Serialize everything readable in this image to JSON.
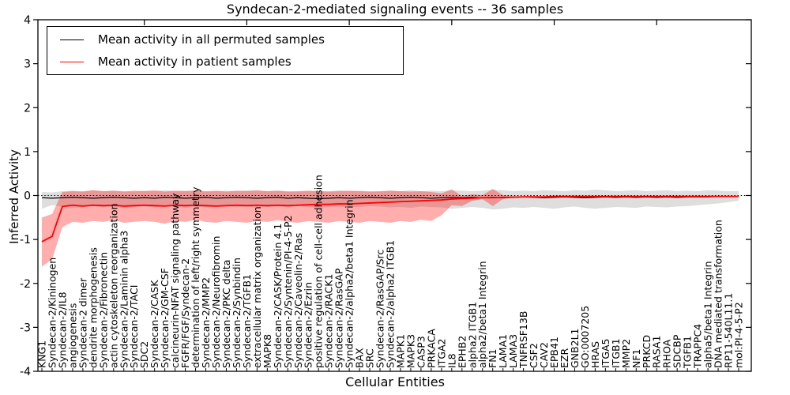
{
  "title": "Syndecan-2-mediated signaling events -- 36 samples",
  "legend": {
    "items": [
      {
        "label": "Mean activity in all permuted samples",
        "color": "#000000"
      },
      {
        "label": "Mean activity in patient samples",
        "color": "#ff0000"
      }
    ]
  },
  "chart_data": {
    "type": "line",
    "title": "Syndecan-2-mediated signaling events -- 36 samples",
    "xlabel": "Cellular Entities",
    "ylabel": "Inferred Activity",
    "ylim": [
      -4,
      4
    ],
    "yticks": [
      -4,
      -3,
      -2,
      -1,
      0,
      1,
      2,
      3,
      4
    ],
    "grid": false,
    "zero_line": {
      "style": "dotted",
      "color": "#000000",
      "y": 0
    },
    "legend_position": "upper-left",
    "categories": [
      "KNG1",
      "Syndecan-2/Kininogen",
      "Syndecan-2/IL8",
      "angiogenesis",
      "Syndecan-2 dimer",
      "dendrite morphogenesis",
      "Syndecan-2/Fibronectin",
      "actin cytoskeleton reorganization",
      "Syndecan-2/Laminin alpha3",
      "Syndecan-2/TACI",
      "SDC2",
      "Syndecan-2/CASK",
      "Syndecan-2/GM-CSF",
      "calcineurin-NFAT signaling pathway",
      "FGFR/FGF/Syndecan-2",
      "determination of left/right symmetry",
      "Syndecan-2/MMP2",
      "Syndecan-2/Neurofibromin",
      "Syndecan-2/PKC delta",
      "Syndecan-2/Synbindin",
      "Syndecan-2/TGFB1",
      "extracellular matrix organization",
      "MAPK8",
      "Syndecan-2/CASK/Protein 4.1",
      "Syndecan-2/Syntenin/PI-4-5-P2",
      "Syndecan-2/Caveolin-2/Ras",
      "Syndecan-2/Ezrin",
      "positive regulation of cell-cell adhesion",
      "Syndecan-2/RACK1",
      "Syndecan-2/RasGAP",
      "Syndecan-2/alpha2/beta1 Integrin",
      "BAX",
      "SRC",
      "Syndecan-2/RasGAP/Src",
      "Syndecan-2/alpha2 ITGB1",
      "MAPK1",
      "MAPK3",
      "CASP3",
      "PRKACA",
      "ITGA2",
      "IL8",
      "EPHB2",
      "alpha2 ITGB1",
      "alpha2/beta1 Integrin",
      "FN1",
      "LAMA1",
      "LAMA3",
      "TNFRSF13B",
      "CSF2",
      "CAV2",
      "EPB41",
      "EZR",
      "GNB2L1",
      "GO:0007205",
      "HRAS",
      "ITGA5",
      "ITGB1",
      "MMP2",
      "NF1",
      "PRKCD",
      "RASA1",
      "RHOA",
      "SDCBP",
      "TGFB1",
      "TRAPPC4",
      "alpha5/beta1 Integrin",
      "DNA mediated transformation",
      "RP11-540L11.1",
      "mol:PI-4-5-P2"
    ],
    "series": [
      {
        "name": "Mean activity in all permuted samples",
        "color": "#000000",
        "line_width": 1.3,
        "values": [
          -0.05,
          -0.06,
          -0.05,
          -0.04,
          -0.05,
          -0.06,
          -0.05,
          -0.04,
          -0.05,
          -0.06,
          -0.05,
          -0.06,
          -0.04,
          -0.05,
          -0.06,
          -0.05,
          -0.04,
          -0.06,
          -0.05,
          -0.04,
          -0.05,
          -0.06,
          -0.05,
          -0.04,
          -0.06,
          -0.05,
          -0.06,
          -0.07,
          -0.06,
          -0.05,
          -0.06,
          -0.05,
          -0.04,
          -0.05,
          -0.06,
          -0.05,
          -0.04,
          -0.05,
          -0.06,
          -0.05,
          -0.04,
          -0.05,
          -0.04,
          -0.05,
          -0.04,
          -0.05,
          -0.04,
          -0.03,
          -0.04,
          -0.05,
          -0.04,
          -0.03,
          -0.04,
          -0.05,
          -0.04,
          -0.03,
          -0.04,
          -0.03,
          -0.04,
          -0.03,
          -0.04,
          -0.03,
          -0.04,
          -0.03,
          -0.03,
          -0.03,
          -0.02,
          -0.02,
          -0.02
        ]
      },
      {
        "name": "Mean activity in patient samples",
        "color": "#ff0000",
        "line_width": 1.8,
        "values": [
          -1.05,
          -0.93,
          -0.25,
          -0.22,
          -0.24,
          -0.22,
          -0.23,
          -0.22,
          -0.24,
          -0.23,
          -0.22,
          -0.23,
          -0.24,
          -0.22,
          -0.23,
          -0.22,
          -0.23,
          -0.24,
          -0.23,
          -0.22,
          -0.23,
          -0.22,
          -0.23,
          -0.22,
          -0.23,
          -0.22,
          -0.21,
          -0.2,
          -0.2,
          -0.19,
          -0.19,
          -0.18,
          -0.17,
          -0.16,
          -0.15,
          -0.14,
          -0.13,
          -0.12,
          -0.11,
          -0.1,
          -0.08,
          -0.07,
          -0.06,
          -0.05,
          -0.05,
          -0.04,
          -0.04,
          -0.03,
          -0.03,
          -0.03,
          -0.02,
          -0.02,
          -0.02,
          -0.02,
          -0.02,
          -0.02,
          -0.02,
          -0.02,
          -0.02,
          -0.02,
          -0.02,
          -0.02,
          -0.02,
          -0.02,
          -0.02,
          -0.02,
          -0.02,
          -0.02,
          -0.02
        ]
      }
    ],
    "bands": [
      {
        "name": "permuted-samples-band",
        "color": "#888888",
        "opacity": 0.28,
        "upper": [
          0.08,
          0.07,
          0.1,
          0.11,
          0.1,
          0.12,
          0.1,
          0.11,
          0.1,
          0.09,
          0.11,
          0.1,
          0.12,
          0.1,
          0.11,
          0.1,
          0.09,
          0.1,
          0.11,
          0.1,
          0.12,
          0.11,
          0.1,
          0.11,
          0.1,
          0.09,
          0.1,
          0.11,
          0.1,
          0.12,
          0.1,
          0.11,
          0.1,
          0.09,
          0.11,
          0.1,
          0.12,
          0.1,
          0.11,
          0.1,
          0.12,
          0.11,
          0.1,
          0.11,
          0.13,
          0.12,
          0.1,
          0.11,
          0.1,
          0.12,
          0.11,
          0.1,
          0.12,
          0.11,
          0.13,
          0.12,
          0.1,
          0.11,
          0.12,
          0.1,
          0.11,
          0.12,
          0.1,
          0.11,
          0.1,
          0.12,
          0.11,
          0.1,
          0.1
        ],
        "lower": [
          -0.3,
          -0.22,
          -0.25,
          -0.28,
          -0.26,
          -0.24,
          -0.27,
          -0.25,
          -0.28,
          -0.26,
          -0.25,
          -0.27,
          -0.24,
          -0.26,
          -0.28,
          -0.25,
          -0.27,
          -0.26,
          -0.24,
          -0.27,
          -0.25,
          -0.28,
          -0.26,
          -0.25,
          -0.27,
          -0.24,
          -0.26,
          -0.28,
          -0.26,
          -0.25,
          -0.27,
          -0.26,
          -0.24,
          -0.25,
          -0.27,
          -0.26,
          -0.28,
          -0.25,
          -0.26,
          -0.27,
          -0.3,
          -0.28,
          -0.26,
          -0.28,
          -0.32,
          -0.3,
          -0.27,
          -0.28,
          -0.26,
          -0.28,
          -0.3,
          -0.27,
          -0.25,
          -0.28,
          -0.3,
          -0.28,
          -0.26,
          -0.27,
          -0.28,
          -0.25,
          -0.26,
          -0.27,
          -0.25,
          -0.24,
          -0.22,
          -0.2,
          -0.18,
          -0.15,
          -0.12
        ]
      },
      {
        "name": "patient-samples-band",
        "color": "#ff0000",
        "opacity": 0.32,
        "upper": [
          -0.5,
          -0.42,
          0.08,
          0.1,
          0.09,
          0.12,
          0.1,
          0.11,
          0.09,
          0.11,
          0.1,
          0.12,
          0.09,
          0.11,
          0.1,
          0.12,
          0.1,
          0.11,
          0.09,
          0.11,
          0.1,
          0.12,
          0.1,
          0.11,
          0.09,
          0.1,
          0.11,
          0.1,
          0.09,
          0.1,
          0.11,
          0.1,
          0.09,
          0.1,
          0.11,
          0.1,
          0.09,
          0.1,
          0.08,
          0.05,
          0.14,
          -0.01,
          0.03,
          0.01,
          0.15,
          0.01,
          -0.01,
          -0.03,
          -0.03,
          -0.03,
          -0.02,
          -0.02,
          -0.02,
          -0.02,
          -0.02,
          -0.02,
          -0.02,
          -0.02,
          -0.02,
          -0.02,
          -0.02,
          -0.02,
          -0.02,
          -0.02,
          -0.02,
          -0.02,
          -0.02,
          -0.02,
          -0.02
        ],
        "lower": [
          -1.62,
          -1.45,
          -0.72,
          -0.6,
          -0.62,
          -0.58,
          -0.6,
          -0.55,
          -0.62,
          -0.6,
          -0.58,
          -0.6,
          -0.64,
          -0.58,
          -0.6,
          -0.55,
          -0.6,
          -0.62,
          -0.58,
          -0.6,
          -0.62,
          -0.58,
          -0.6,
          -0.56,
          -0.6,
          -0.62,
          -0.58,
          -0.6,
          -0.62,
          -0.58,
          -0.6,
          -0.62,
          -0.58,
          -0.6,
          -0.62,
          -0.58,
          -0.6,
          -0.55,
          -0.58,
          -0.45,
          -0.22,
          -0.24,
          -0.12,
          -0.08,
          -0.24,
          -0.08,
          -0.05,
          -0.03,
          -0.03,
          -0.03,
          -0.02,
          -0.02,
          -0.02,
          -0.02,
          -0.02,
          -0.02,
          -0.02,
          -0.02,
          -0.02,
          -0.02,
          -0.02,
          -0.02,
          -0.02,
          -0.02,
          -0.02,
          -0.02,
          -0.02,
          -0.02,
          -0.02
        ]
      }
    ]
  }
}
